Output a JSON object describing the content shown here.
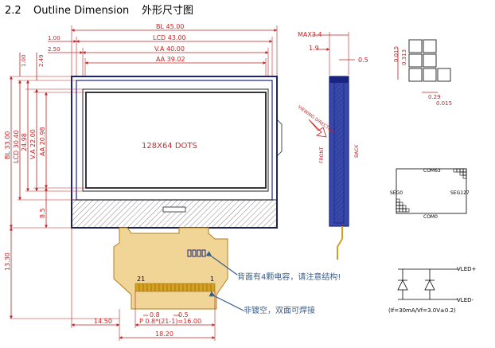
{
  "section": {
    "number": "2.2",
    "title_en": "Outline Dimension",
    "title_cn": "外形尺寸图"
  },
  "front_view": {
    "h_dims": {
      "bl": "BL 45.00",
      "lcd": "LCD 43.00",
      "va": "V.A 40.00",
      "aa": "AA 39.02"
    },
    "h_dims_left": {
      "lcd_offset": "1.00",
      "va_offset": "2.50"
    },
    "v_dims": {
      "top1": "1.00",
      "top2": "2.49",
      "bl": "BL 33.00",
      "lcd": "LCD 30.40",
      "mid": "24.98",
      "va": "V.A 22.00",
      "aa": "AA 20.98",
      "bottom": "8.5",
      "fpc": "13.30"
    },
    "display_text": "128X64 DOTS",
    "pin_first": "21",
    "pin_last": "1",
    "bottom_dims": {
      "left": "14.50",
      "pitch": "P 0.8*(21-1)=16.00",
      "pin_w": "0.8",
      "pin_gap": "0.5",
      "total": "18.20"
    },
    "note_capacitor": "背面有4颗电容，请注意结构!",
    "note_solder": "非镀空，双面可焊接"
  },
  "side_view": {
    "max": "MAX3.4",
    "d1": "1.9",
    "d2": "0.5",
    "viewing_direction": "VIEWING DIRECTION",
    "front": "FRONT",
    "back": "BACK"
  },
  "pixel_detail": {
    "d1": "0.015",
    "d2": "0.313",
    "d3": "0.29",
    "d4": "0.015"
  },
  "segment_map": {
    "com63": "COM63",
    "com0": "COM0",
    "seg0": "SEG0",
    "seg127": "SEG127"
  },
  "led": {
    "vled_plus": "VLED+",
    "vled_minus": "VLED-",
    "spec": "(If=30mA/Vf=3.0V±0.2)"
  },
  "colors": {
    "frame": "#1a237e",
    "dim": "#c02020",
    "fpc": "#d4a020",
    "note": "#3a5f8a"
  }
}
